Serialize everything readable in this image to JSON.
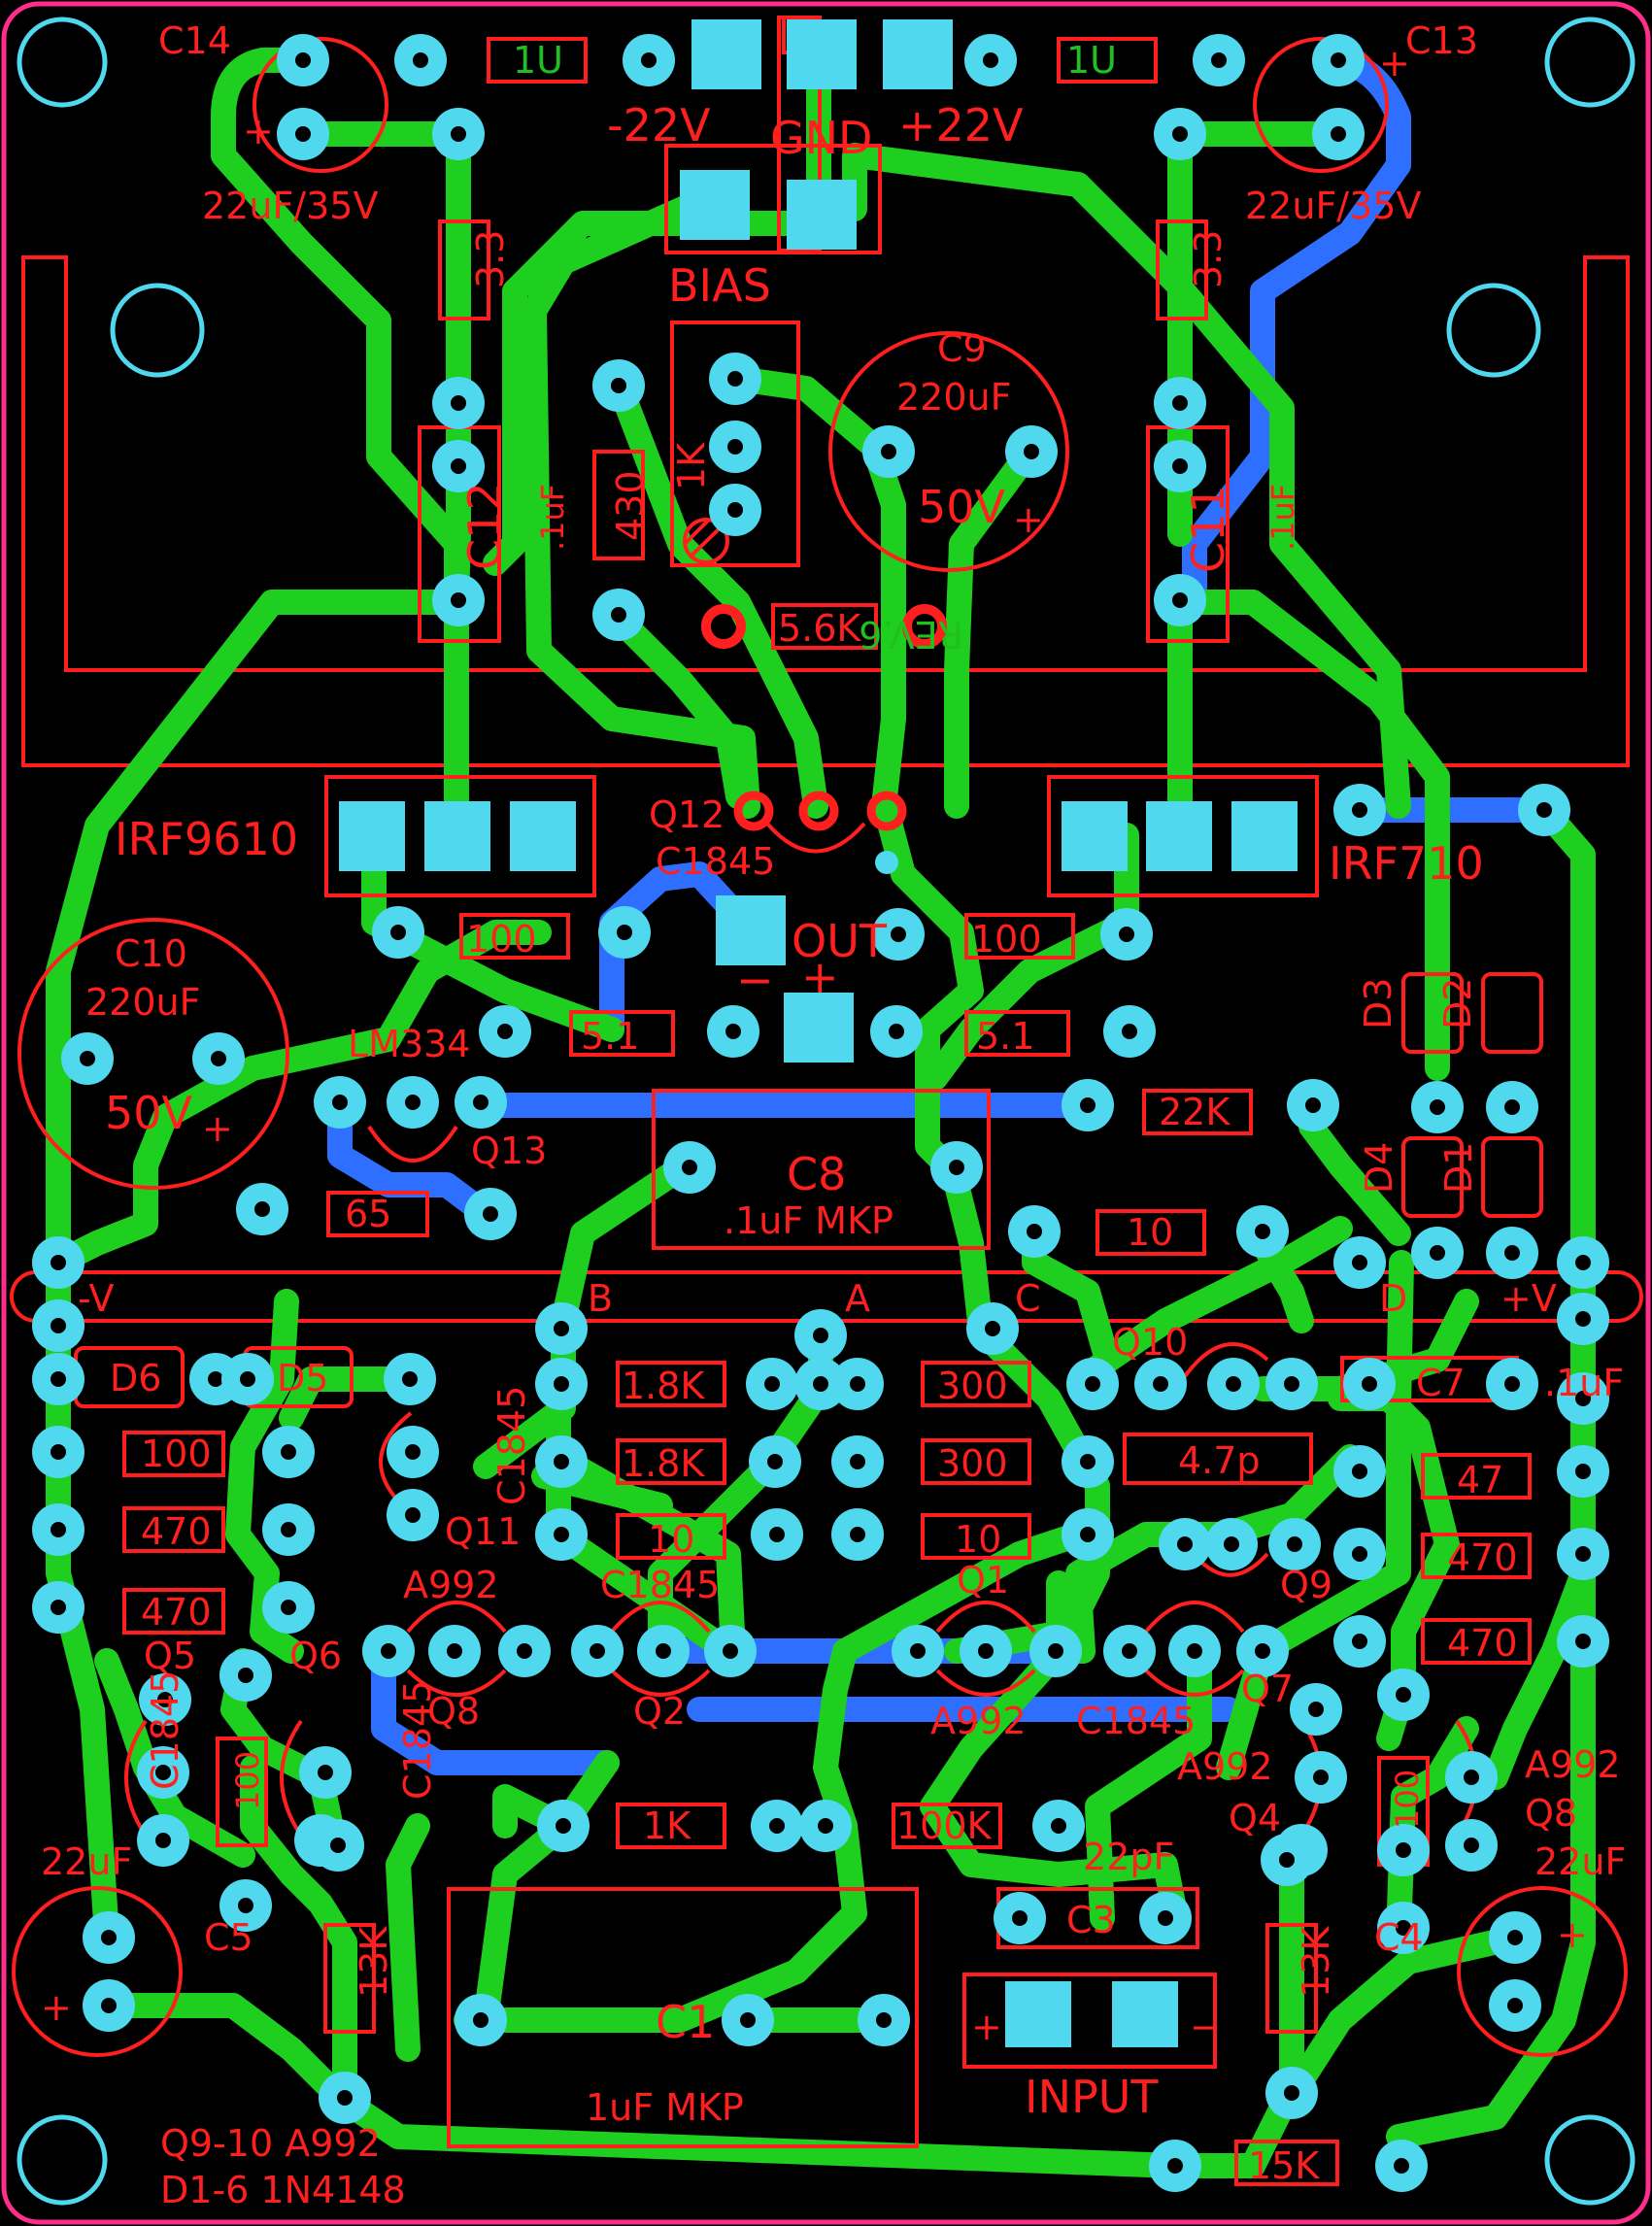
{
  "colors": {
    "background": "#000000",
    "board_outline": "#ff2d8c",
    "silkscreen": "#ff1f1f",
    "top_copper": "#1fcf1f",
    "bottom_copper": "#2e6fff",
    "pad": "#4fd8ee",
    "mount_hole": "#4fd8ee"
  },
  "labels": {
    "c14": "C14",
    "c13": "C13",
    "cap_22u_35v_left": "22uF/35V",
    "cap_22u_35v_right": "22uF/35V",
    "plus_c14": "+",
    "plus_c13": "+",
    "fuse_left": "1U",
    "fuse_right": "1U",
    "neg22": "-22V",
    "gnd": "GND",
    "pos22": "+22V",
    "bias": "BIAS",
    "r33_left": "3.3",
    "r33_right": "3.3",
    "c12": "C12",
    "c12_val": ".1uF",
    "c11": "C11",
    "c11_val": ".1uF",
    "r430": "430",
    "pot1k": "1K",
    "c9": "C9",
    "c9_val": "220uF",
    "c9_volt": "50V",
    "c9_plus": "+",
    "r56k": "5.6K",
    "rev": "REV.6",
    "q12": "Q12",
    "q12_type": "C1845",
    "irf9610": "IRF9610",
    "irf710": "IRF710",
    "r100_a": "100",
    "r100_b": "100",
    "out": "OUT",
    "out_minus": "−",
    "out_plus": "+",
    "c10": "C10",
    "c10_val": "220uF",
    "c10_volt": "50V",
    "c10_plus": "+",
    "lm334": "LM334",
    "q13": "Q13",
    "r51_a": "5.1",
    "r51_b": "5.1",
    "c8": "C8",
    "c8_val": ".1uF MKP",
    "r22k": "22K",
    "r65": "65",
    "r10_top": "10",
    "d1": "D1",
    "d2": "D2",
    "d3": "D3",
    "d4": "D4",
    "d5": "D5",
    "d6": "D6",
    "neg_v": "-V",
    "pos_v": "+V",
    "bus_b": "B",
    "bus_a": "A",
    "bus_c": "C",
    "bus_d": "D",
    "q10": "Q10",
    "c7": "C7",
    "c7_val": ".1uF",
    "c47p": "4.7p",
    "r47": "47",
    "r470_r1": "470",
    "r470_r2": "470",
    "q9": "Q9",
    "r100_l": "100",
    "r470_l1": "470",
    "r470_l2": "470",
    "q11": "Q11",
    "q11_type": "C1845",
    "r18k_1": "1.8K",
    "r18k_2": "1.8K",
    "r300_1": "300",
    "r300_2": "300",
    "r10_l": "10",
    "r10_r": "10",
    "q8_left_type": "A992",
    "q8_left": "Q8",
    "q2_type": "C1845",
    "q2": "Q2",
    "q1": "Q1",
    "q1_type": "A992",
    "q7_type": "C1845",
    "q7": "Q7",
    "q5": "Q5",
    "q5_type": "C1845",
    "q6": "Q6",
    "q6_type": "C1845",
    "r100_q56": "100",
    "q4_type": "A992",
    "q4": "Q4",
    "q8_right_type": "A992",
    "q8_right": "Q8",
    "r100_q48": "100",
    "r1k": "1K",
    "r100k": "100K",
    "c22p": "22pF",
    "c3": "C3",
    "c5_val": "22uF",
    "c5": "C5",
    "c5_plus": "+",
    "c4_val": "22uF",
    "c4": "C4",
    "c4_plus": "+",
    "r13k_l": "13K",
    "r13k_r": "13K",
    "c1": "C1",
    "c1_val": "1uF MKP",
    "input": "INPUT",
    "input_plus": "+",
    "input_minus": "−",
    "note_q910": "Q9-10 A992",
    "note_d16": "D1-6 1N4148",
    "r15k": "15K"
  }
}
